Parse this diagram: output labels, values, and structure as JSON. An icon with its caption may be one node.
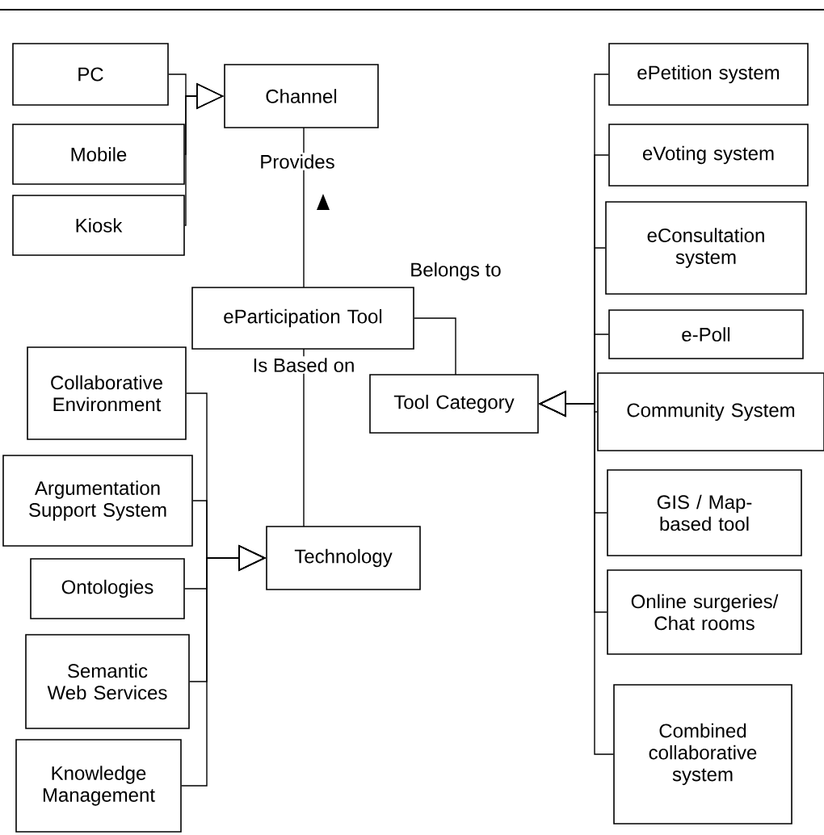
{
  "diagram": {
    "nodes": [
      {
        "text": [
          "PC"
        ]
      },
      {
        "text": [
          "Mobile"
        ]
      },
      {
        "text": [
          "Kiosk"
        ]
      },
      {
        "text": [
          "Channel"
        ]
      },
      {
        "text": [
          "ePetition system"
        ]
      },
      {
        "text": [
          "eVoting system"
        ]
      },
      {
        "text": [
          "eConsultation system"
        ]
      },
      {
        "text": [
          "eParticipation Tool"
        ]
      },
      {
        "text": [
          "e-Poll"
        ]
      },
      {
        "text": [
          "Collaborative Environment"
        ]
      },
      {
        "text": [
          "Tool Category"
        ]
      },
      {
        "text": [
          "Community System"
        ]
      },
      {
        "text": [
          "Argumentation Support System"
        ]
      },
      {
        "text": [
          "GIS / Map-based tool"
        ]
      },
      {
        "text": [
          "Technology"
        ]
      },
      {
        "text": [
          "Ontologies"
        ]
      },
      {
        "text": [
          "Online surgeries/ Chat rooms"
        ]
      },
      {
        "text": [
          "Semantic Web Services"
        ]
      },
      {
        "text": [
          "Combined collaborative system"
        ]
      },
      {
        "text": [
          "Knowledge Management"
        ]
      }
    ],
    "edges": [
      {
        "from": 0,
        "to": 3,
        "arrow": "to"
      },
      {
        "from": 1,
        "to": 3,
        "arrow": "to"
      },
      {
        "from": 2,
        "to": 3,
        "arrow": "to"
      },
      {
        "from": 3,
        "to": 7,
        "arrow": "none",
        "label": "Provides"
      },
      {
        "from": 7,
        "to": 10,
        "arrow": "none",
        "label": "Belongs to"
      },
      {
        "from": 7,
        "to": 14,
        "arrow": "none",
        "label": "Is Based on"
      },
      {
        "from": 4,
        "to": 10,
        "arrow": "to"
      },
      {
        "from": 5,
        "to": 10,
        "arrow": "to"
      },
      {
        "from": 6,
        "to": 10,
        "arrow": "to"
      },
      {
        "from": 8,
        "to": 10,
        "arrow": "to"
      },
      {
        "from": 11,
        "to": 10,
        "arrow": "to"
      },
      {
        "from": 13,
        "to": 10,
        "arrow": "to"
      },
      {
        "from": 16,
        "to": 10,
        "arrow": "to"
      },
      {
        "from": 18,
        "to": 10,
        "arrow": "to"
      },
      {
        "from": 9,
        "to": 14,
        "arrow": "to"
      },
      {
        "from": 12,
        "to": 14,
        "arrow": "to"
      },
      {
        "from": 15,
        "to": 14,
        "arrow": "to"
      },
      {
        "from": 17,
        "to": 14,
        "arrow": "to"
      },
      {
        "from": 19,
        "to": 14,
        "arrow": "to"
      }
    ]
  }
}
